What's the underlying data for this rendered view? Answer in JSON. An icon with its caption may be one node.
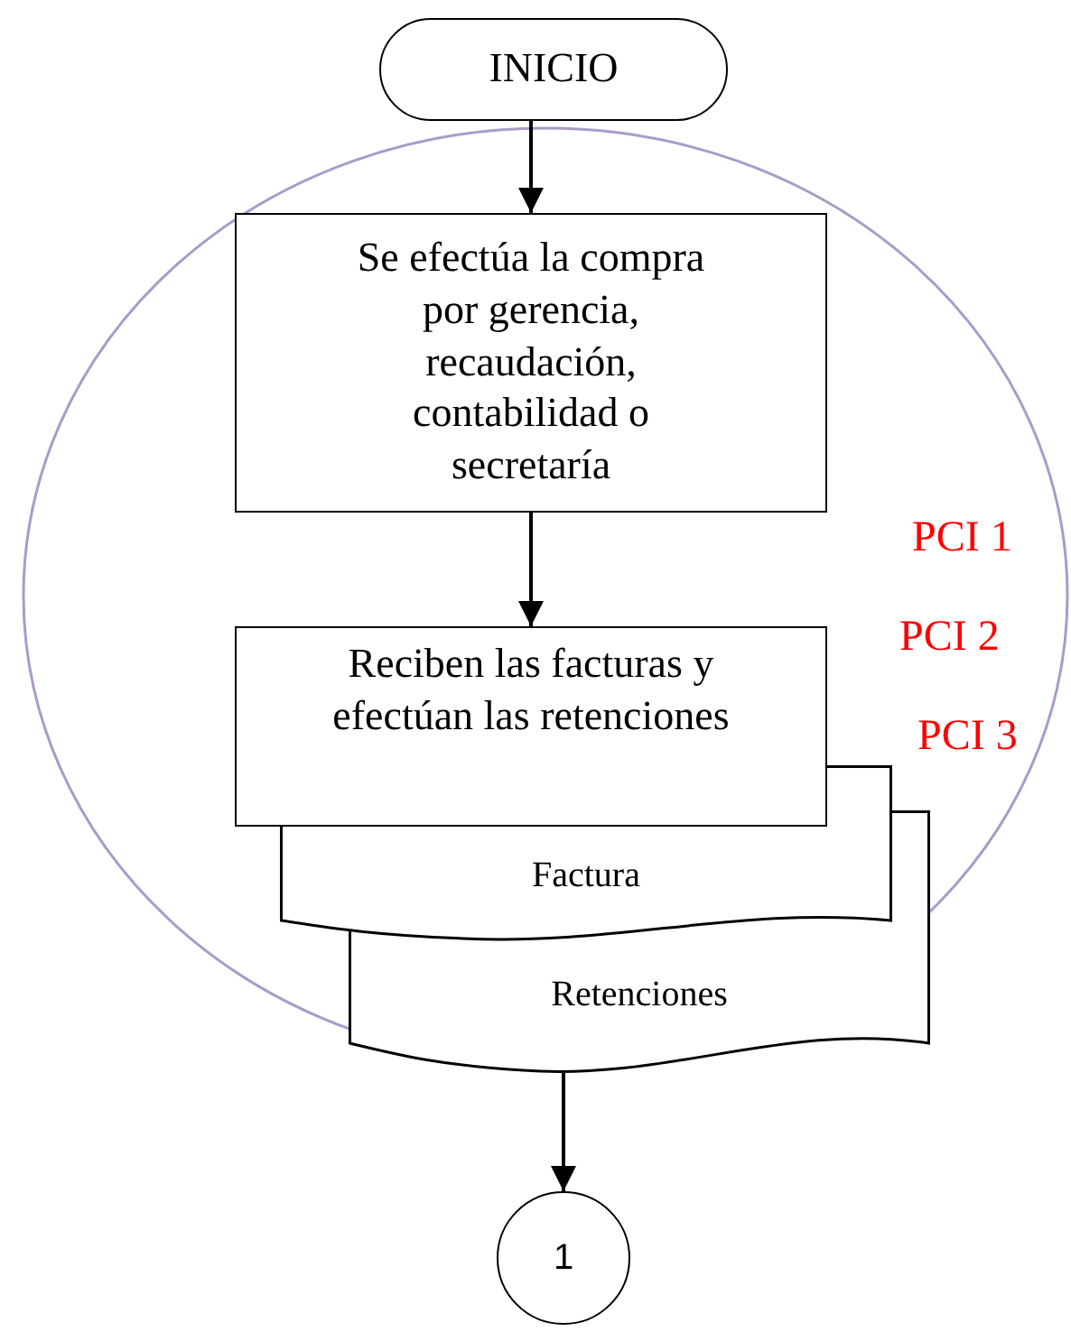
{
  "diagram": {
    "nodes": [
      {
        "text": [
          "INICIO"
        ]
      },
      {
        "text": [
          "Se efectúa la compra por gerencia, recaudación, contabilidad o secretaría"
        ]
      },
      {
        "text": [
          "Reciben las facturas y efectúan las retenciones"
        ]
      },
      {
        "text": [
          "Factura"
        ]
      },
      {
        "text": [
          "Retenciones"
        ]
      },
      {
        "text": [
          "1"
        ]
      }
    ],
    "edges": [
      {
        "from": 0,
        "to": 1,
        "arrow": "to"
      },
      {
        "from": 1,
        "to": 2,
        "arrow": "to"
      },
      {
        "from": 4,
        "to": 5,
        "arrow": "to"
      }
    ],
    "labels": [
      "PCI 1",
      "PCI 2",
      "PCI 3"
    ]
  }
}
